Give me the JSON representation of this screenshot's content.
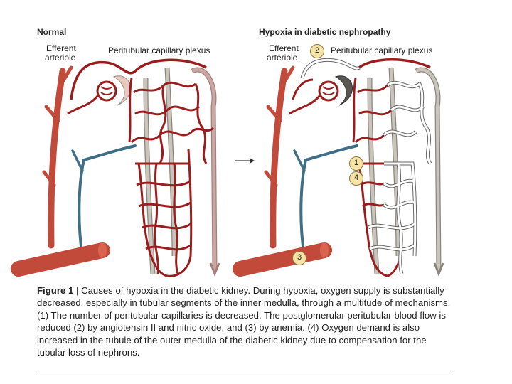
{
  "panels": {
    "normal": {
      "title": "Normal",
      "efferent_label_1": "Efferent",
      "efferent_label_2": "arteriole",
      "plexus_label": "Peritubular capillary plexus"
    },
    "hypoxia": {
      "title": "Hypoxia in diabetic nephropathy",
      "efferent_label_1": "Efferent",
      "efferent_label_2": "arteriole",
      "plexus_label": "Peritubular capillary plexus"
    }
  },
  "markers": {
    "m1": "1",
    "m2": "2",
    "m3": "3",
    "m4": "4"
  },
  "caption": {
    "figure_label": "Figure 1",
    "separator": " | ",
    "text": "Causes of hypoxia in the diabetic kidney. During hypoxia, oxygen supply is substantially decreased, especially in tubular segments of the inner medulla, through a multitude of mechanisms. (1) The number of peritubular capillaries is decreased. The postglomerular peritubular blood flow is reduced (2) by angiotensin II and nitric oxide, and (3) by anemia. (4) Oxygen demand is also increased in the tubule of the outer medulla of the diabetic kidney due to compensation for the tubular loss of nephrons."
  },
  "colors": {
    "capillary": "#9b1c1c",
    "artery": "#c24a3a",
    "vein": "#3f6f86",
    "tubule": "#c9c4bc",
    "tubule_outline": "#8c8579",
    "glomerulus_cap": "#e7c9c0",
    "hypoxic_cap": "#ffffff",
    "badge": "#f6e3a6"
  }
}
